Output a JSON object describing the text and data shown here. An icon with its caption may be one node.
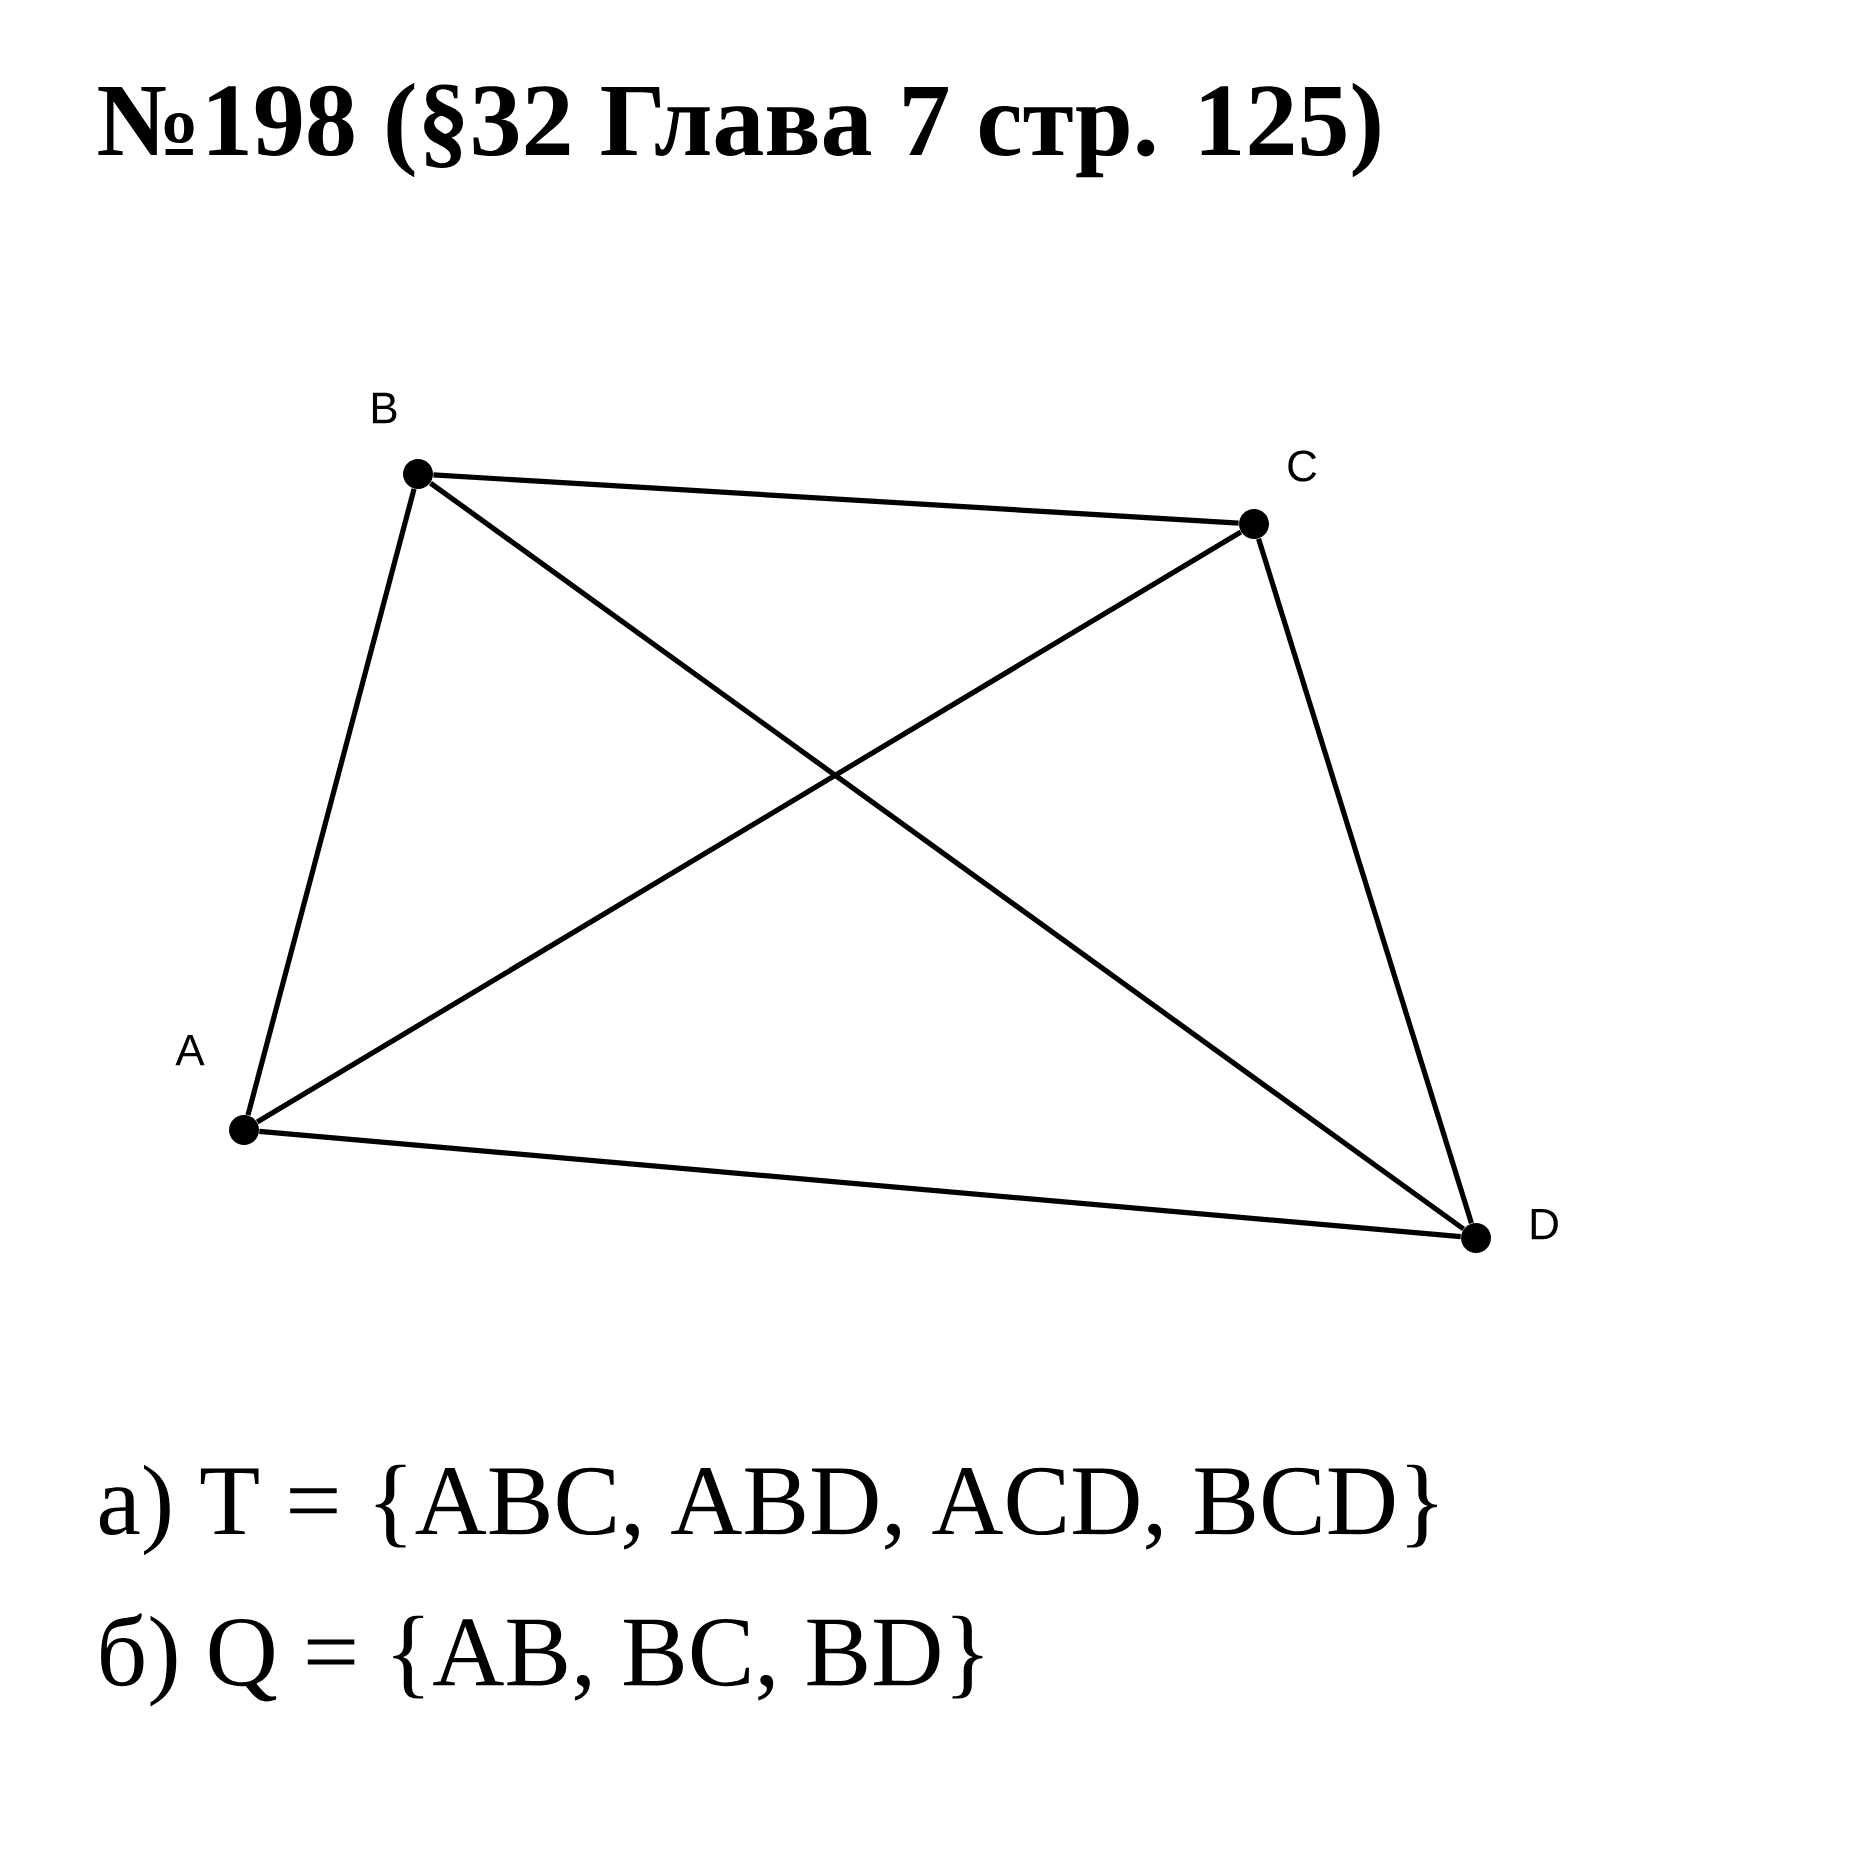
{
  "diagram": {
    "title": "№198 (§32 Глава 7 стр. 125)",
    "nodes": [
      {
        "text": [],
        "shape": "circle",
        "beside": [
          "B"
        ]
      },
      {
        "text": [],
        "shape": "circle",
        "beside": [
          "C"
        ]
      },
      {
        "text": [],
        "shape": "circle",
        "beside": [
          "A"
        ]
      },
      {
        "text": [],
        "shape": "circle",
        "beside": [
          "D"
        ]
      }
    ],
    "edges": [
      {
        "from": 0,
        "to": 1,
        "arrow": "none"
      },
      {
        "from": 0,
        "to": 2,
        "arrow": "none"
      },
      {
        "from": 0,
        "to": 3,
        "arrow": "none"
      },
      {
        "from": 1,
        "to": 2,
        "arrow": "none"
      },
      {
        "from": 1,
        "to": 3,
        "arrow": "none"
      },
      {
        "from": 2,
        "to": 3,
        "arrow": "none"
      }
    ],
    "labels": [
      "а) T = {ABC, ABD, ACD, BCD}",
      "б) Q = {AB, BC, BD}"
    ]
  }
}
